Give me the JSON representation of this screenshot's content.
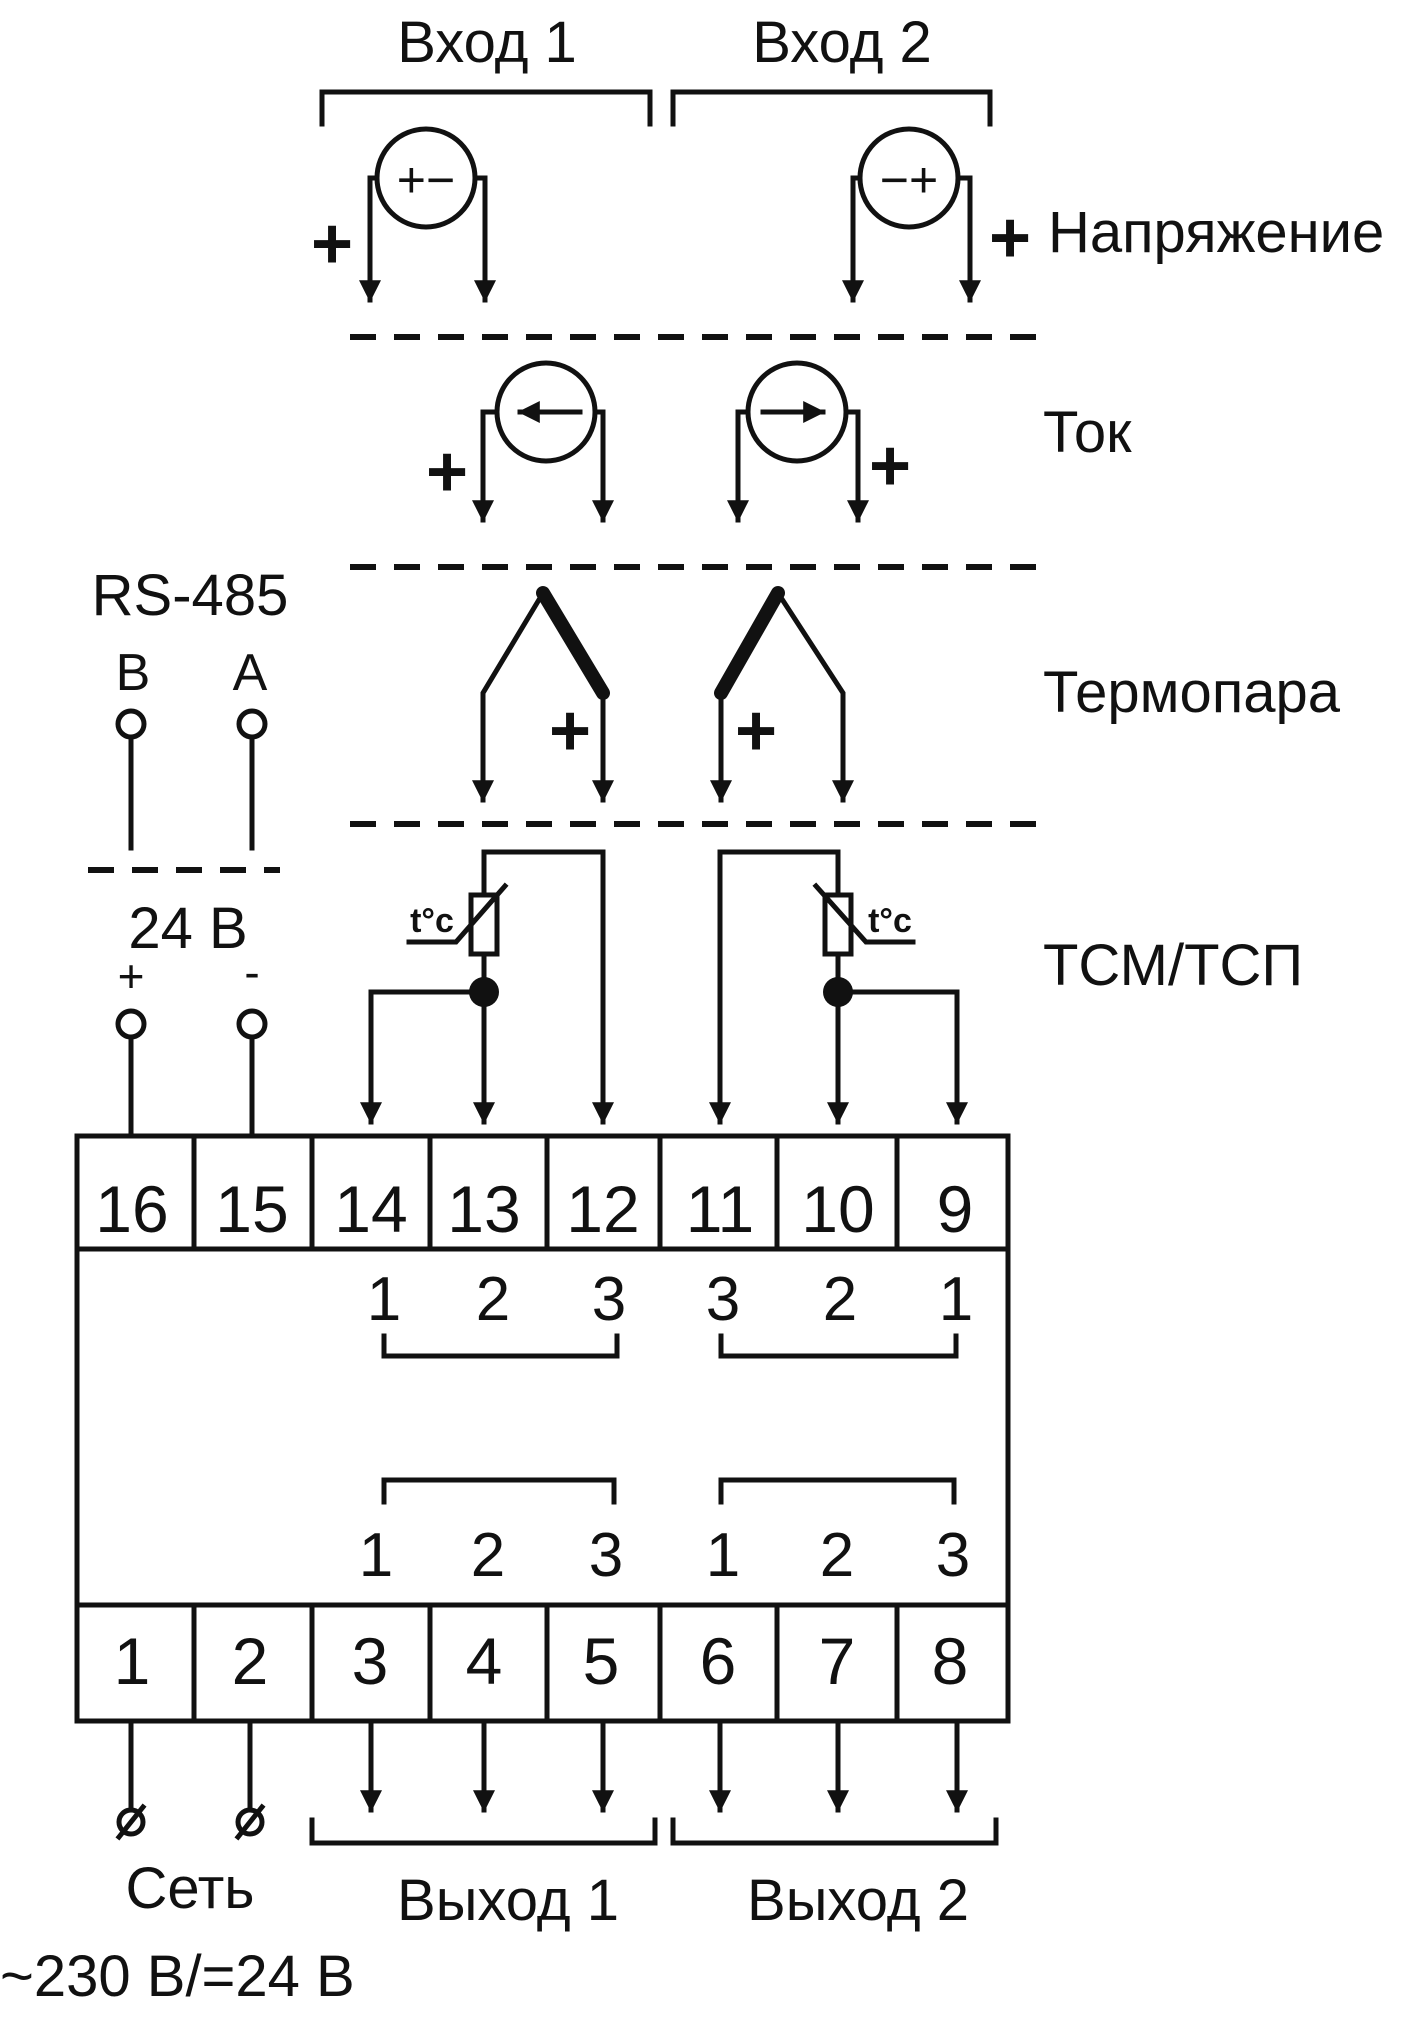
{
  "inputs": {
    "in1": "Вход 1",
    "in2": "Вход 2"
  },
  "outputs": {
    "out1": "Выход 1",
    "out2": "Выход 2"
  },
  "sections": {
    "voltage": "Напряжение",
    "current": "Ток",
    "thermocouple": "Термопара",
    "rtd": "ТСМ/ТСП"
  },
  "symbols": {
    "plus": "+",
    "minus": "-",
    "volt_in1": "+−",
    "volt_in2": "−+",
    "temp": "t°c"
  },
  "rs485": {
    "title": "RS-485",
    "b": "B",
    "a": "A"
  },
  "supply24": {
    "label": "24 В",
    "plus": "+",
    "minus": "-"
  },
  "mains": {
    "label": "Сеть",
    "value": "~230 В/=24 В"
  },
  "terminals_top": [
    "16",
    "15",
    "14",
    "13",
    "12",
    "11",
    "10",
    "9"
  ],
  "terminals_bottom": [
    "1",
    "2",
    "3",
    "4",
    "5",
    "6",
    "7",
    "8"
  ],
  "input_pins": [
    "1",
    "2",
    "3",
    "3",
    "2",
    "1"
  ],
  "output_pins": [
    "1",
    "2",
    "3",
    "1",
    "2",
    "3"
  ],
  "colors": {
    "ink": "#111111",
    "background": "#ffffff"
  }
}
